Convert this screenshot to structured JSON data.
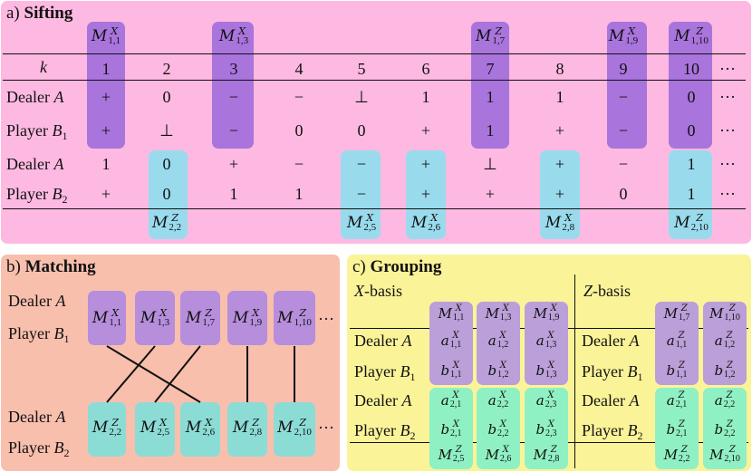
{
  "panel_a": {
    "title_prefix": "a) ",
    "title_bold": "Sifting",
    "k_label": "k",
    "k_values": [
      "1",
      "2",
      "3",
      "4",
      "5",
      "6",
      "7",
      "8",
      "9",
      "10"
    ],
    "ellipsis": "···",
    "rows": [
      {
        "label": "Dealer ",
        "party": "A",
        "sub": "",
        "values": [
          "+",
          "0",
          "−",
          "−",
          "⊥",
          "1",
          "1",
          "1",
          "−",
          "0"
        ]
      },
      {
        "label": "Player ",
        "party": "B",
        "sub": "1",
        "values": [
          "+",
          "⊥",
          "−",
          "0",
          "0",
          "+",
          "1",
          "+",
          "−",
          "0"
        ]
      },
      {
        "label": "Dealer ",
        "party": "A",
        "sub": "",
        "values": [
          "1",
          "0",
          "+",
          "−",
          "−",
          "+",
          "⊥",
          "+",
          "−",
          "1"
        ]
      },
      {
        "label": "Player ",
        "party": "B",
        "sub": "2",
        "values": [
          "+",
          "0",
          "1",
          "1",
          "−",
          "+",
          "+",
          "+",
          "0",
          "1"
        ]
      }
    ],
    "top_ops": [
      {
        "sup": "X",
        "sub": "1,1"
      },
      {
        "sup": "X",
        "sub": "1,3"
      },
      {
        "sup": "Z",
        "sub": "1,7"
      },
      {
        "sup": "X",
        "sub": "1,9"
      },
      {
        "sup": "Z",
        "sub": "1,10"
      }
    ],
    "bottom_ops": [
      {
        "sup": "Z",
        "sub": "2,2"
      },
      {
        "sup": "X",
        "sub": "2,5"
      },
      {
        "sup": "X",
        "sub": "2,6"
      },
      {
        "sup": "X",
        "sub": "2,8"
      },
      {
        "sup": "Z",
        "sub": "2,10"
      }
    ]
  },
  "panel_b": {
    "title_prefix": "b) ",
    "title_bold": "Matching",
    "labels": {
      "dealer": "Dealer ",
      "dealer_party": "A",
      "player": "Player ",
      "player_party": "B",
      "p1_sub": "1",
      "p2_sub": "2"
    },
    "top_ops": [
      {
        "sup": "X",
        "sub": "1,1"
      },
      {
        "sup": "X",
        "sub": "1,3"
      },
      {
        "sup": "Z",
        "sub": "1,7"
      },
      {
        "sup": "X",
        "sub": "1,9"
      },
      {
        "sup": "Z",
        "sub": "1,10"
      }
    ],
    "bottom_ops": [
      {
        "sup": "Z",
        "sub": "2,2"
      },
      {
        "sup": "X",
        "sub": "2,5"
      },
      {
        "sup": "X",
        "sub": "2,6"
      },
      {
        "sup": "Z",
        "sub": "2,8"
      },
      {
        "sup": "Z",
        "sub": "2,10"
      }
    ],
    "matches": [
      [
        0,
        2
      ],
      [
        1,
        0
      ],
      [
        2,
        1
      ],
      [
        3,
        3
      ],
      [
        4,
        4
      ]
    ],
    "ellipsis": "···"
  },
  "panel_c": {
    "title_prefix": "c) ",
    "title_bold": "Grouping",
    "x_basis": {
      "letter": "X",
      "rest": "-basis"
    },
    "z_basis": {
      "letter": "Z",
      "rest": "-basis"
    },
    "labels": {
      "dealer": "Dealer ",
      "dealer_party": "A",
      "player": "Player ",
      "player_party": "B",
      "p1_sub": "1",
      "p2_sub": "2"
    },
    "x_top_ops": [
      {
        "sup": "X",
        "sub": "1,1"
      },
      {
        "sup": "X",
        "sub": "1,3"
      },
      {
        "sup": "X",
        "sub": "1,9"
      }
    ],
    "x_bottom_ops": [
      {
        "sup": "Z",
        "sub": "2,5"
      },
      {
        "sup": "X",
        "sub": "2,6"
      },
      {
        "sup": "Z",
        "sub": "2,8"
      }
    ],
    "z_top_ops": [
      {
        "sup": "Z",
        "sub": "1,7"
      },
      {
        "sup": "Z",
        "sub": "1,10"
      }
    ],
    "z_bottom_ops": [
      {
        "sup": "Z",
        "sub": "2,2"
      },
      {
        "sup": "Z",
        "sub": "2,10"
      }
    ],
    "x_cells": {
      "a1": [
        {
          "sym": "a",
          "sup": "X",
          "sub": "1,1"
        },
        {
          "sym": "a",
          "sup": "X",
          "sub": "1,2"
        },
        {
          "sym": "a",
          "sup": "X",
          "sub": "1,3"
        }
      ],
      "b1": [
        {
          "sym": "b",
          "sup": "X",
          "sub": "1,1"
        },
        {
          "sym": "b",
          "sup": "X",
          "sub": "1,2"
        },
        {
          "sym": "b",
          "sup": "X",
          "sub": "1,3"
        }
      ],
      "a2": [
        {
          "sym": "a",
          "sup": "X",
          "sub": "2,1"
        },
        {
          "sym": "a",
          "sup": "X",
          "sub": "2,2"
        },
        {
          "sym": "a",
          "sup": "X",
          "sub": "2,3"
        }
      ],
      "b2": [
        {
          "sym": "b",
          "sup": "X",
          "sub": "2,1"
        },
        {
          "sym": "b",
          "sup": "X",
          "sub": "2,2"
        },
        {
          "sym": "b",
          "sup": "X",
          "sub": "2,3"
        }
      ]
    },
    "z_cells": {
      "a1": [
        {
          "sym": "a",
          "sup": "Z",
          "sub": "1,1"
        },
        {
          "sym": "a",
          "sup": "Z",
          "sub": "1,2"
        }
      ],
      "b1": [
        {
          "sym": "b",
          "sup": "Z",
          "sub": "1,1"
        },
        {
          "sym": "b",
          "sup": "Z",
          "sub": "1,2"
        }
      ],
      "a2": [
        {
          "sym": "a",
          "sup": "Z",
          "sub": "2,1"
        },
        {
          "sym": "a",
          "sup": "Z",
          "sub": "2,2"
        }
      ],
      "b2": [
        {
          "sym": "b",
          "sup": "Z",
          "sub": "2,1"
        },
        {
          "sym": "b",
          "sup": "Z",
          "sub": "2,2"
        }
      ]
    }
  },
  "colors": {
    "panel_a_bg": "#fdb9e1",
    "panel_b_bg": "#f8bfad",
    "panel_c_bg": "#fbf398",
    "sift_purple": "#a974dc",
    "sift_cyan": "#99dbed",
    "match_violet": "#b68edc",
    "match_teal": "#8cdcd6",
    "group_purple": "#ba9fd8",
    "group_teal": "#8ff0c4"
  }
}
